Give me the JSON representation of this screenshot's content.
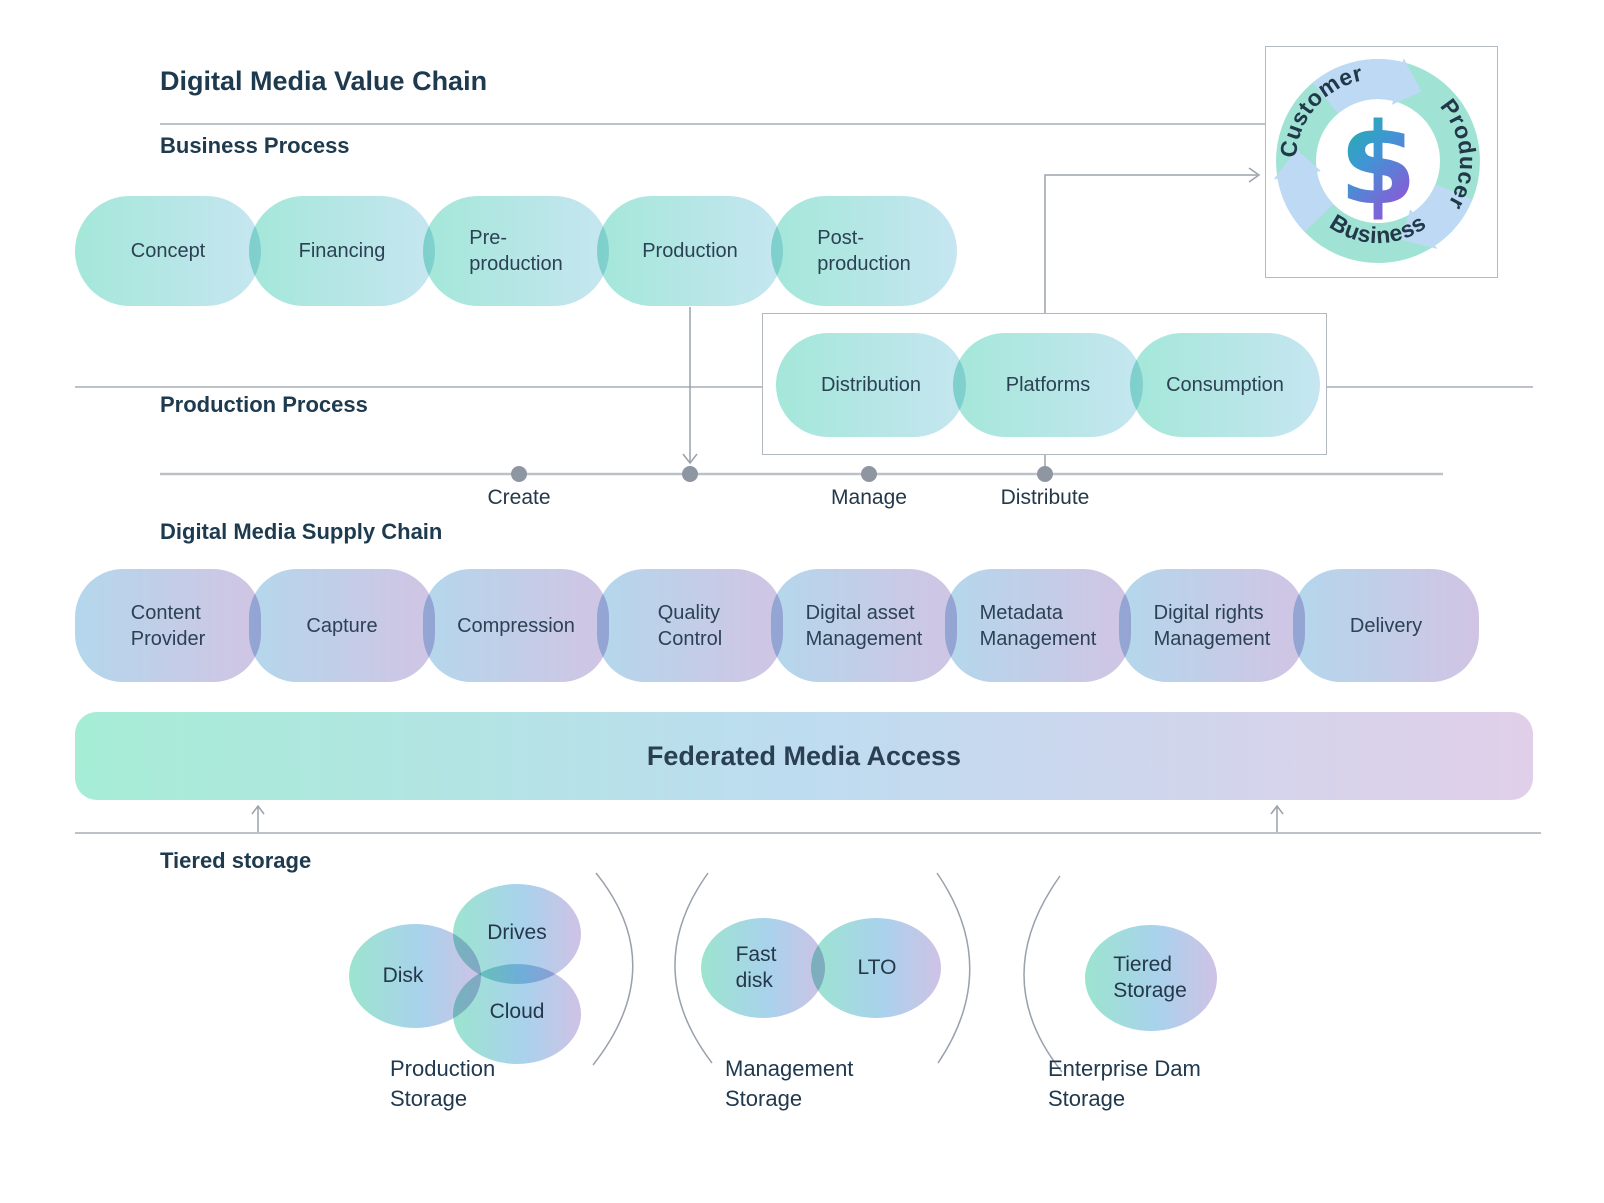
{
  "title": "Digital Media Value Chain",
  "business": {
    "heading": "Business Process",
    "pills": [
      "Concept",
      "Financing",
      "Pre-\nproduction",
      "Production",
      "Post-\nproduction"
    ]
  },
  "distribution": {
    "pills": [
      "Distribution",
      "Platforms",
      "Consumption"
    ]
  },
  "production": {
    "heading": "Production Process",
    "milestones": [
      "Create",
      "Manage",
      "Distribute"
    ]
  },
  "supply": {
    "heading": "Digital Media Supply Chain",
    "pills": [
      "Content\nProvider",
      "Capture",
      "Compression",
      "Quality\nControl",
      "Digital asset\nManagement",
      "Metadata\nManagement",
      "Digital rights\nManagement",
      "Delivery"
    ]
  },
  "federated": {
    "label": "Federated Media Access"
  },
  "storage": {
    "heading": "Tiered storage",
    "groups": [
      {
        "caption": "Production\nStorage",
        "items": [
          "Disk",
          "Drives",
          "Cloud"
        ]
      },
      {
        "caption": "Management\nStorage",
        "items": [
          "Fast\ndisk",
          "LTO"
        ]
      },
      {
        "caption": "Enterprise Dam\nStorage",
        "items": [
          "Tiered\nStorage"
        ]
      }
    ]
  },
  "cycle": {
    "labels": [
      "Customer",
      "Producer",
      "Business"
    ],
    "symbol": "$"
  },
  "colors": {
    "heading_text": "#1e3a4f",
    "pill_text": "#2c4254",
    "mint": "#a4e7d9",
    "sky": "#c6e6f1",
    "blue": "#b4d7ec",
    "lavender": "#d1c4e4",
    "line": "#a6adb6",
    "dot": "#8e97a1",
    "ring_mint": "#a0e3d4",
    "arrow_blue": "#bdd9f3",
    "dollar_teal": "#14bb9b",
    "dollar_purple": "#9253d8"
  }
}
